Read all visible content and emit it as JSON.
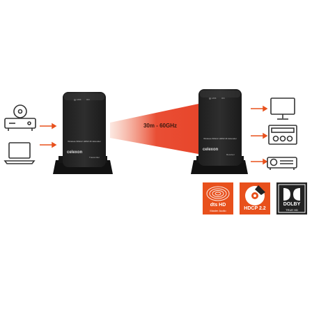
{
  "beam_label": "30m - 60GHz",
  "transmitter": {
    "led_labels": [
      "LINK",
      "ON"
    ],
    "model_text": "Wireless 60GHz HDMI 4K Extender",
    "brand": "celexon",
    "role": "Transmitter"
  },
  "receiver": {
    "led_labels": [
      "LINK",
      "ON"
    ],
    "model_text": "Wireless 60GHz HDMI 4K Extender",
    "brand": "celexon",
    "role": "Receiver"
  },
  "badges": [
    {
      "icon": "dts-hd-icon",
      "line1": "dts HD",
      "line2": "Master Audio",
      "color": "#e8501c"
    },
    {
      "icon": "hdcp-disc-icon",
      "line1": "HDCP 2.2",
      "line2": "",
      "color": "#e8501c"
    },
    {
      "icon": "dolby-icon",
      "line1": "DOLBY",
      "line2": "TRUE HD",
      "color": "#e8501c"
    }
  ],
  "sources": [
    "disc-player-icon",
    "laptop-icon"
  ],
  "displays": [
    "monitor-icon",
    "av-receiver-icon",
    "projector-icon"
  ],
  "accent_color": "#e8501c"
}
